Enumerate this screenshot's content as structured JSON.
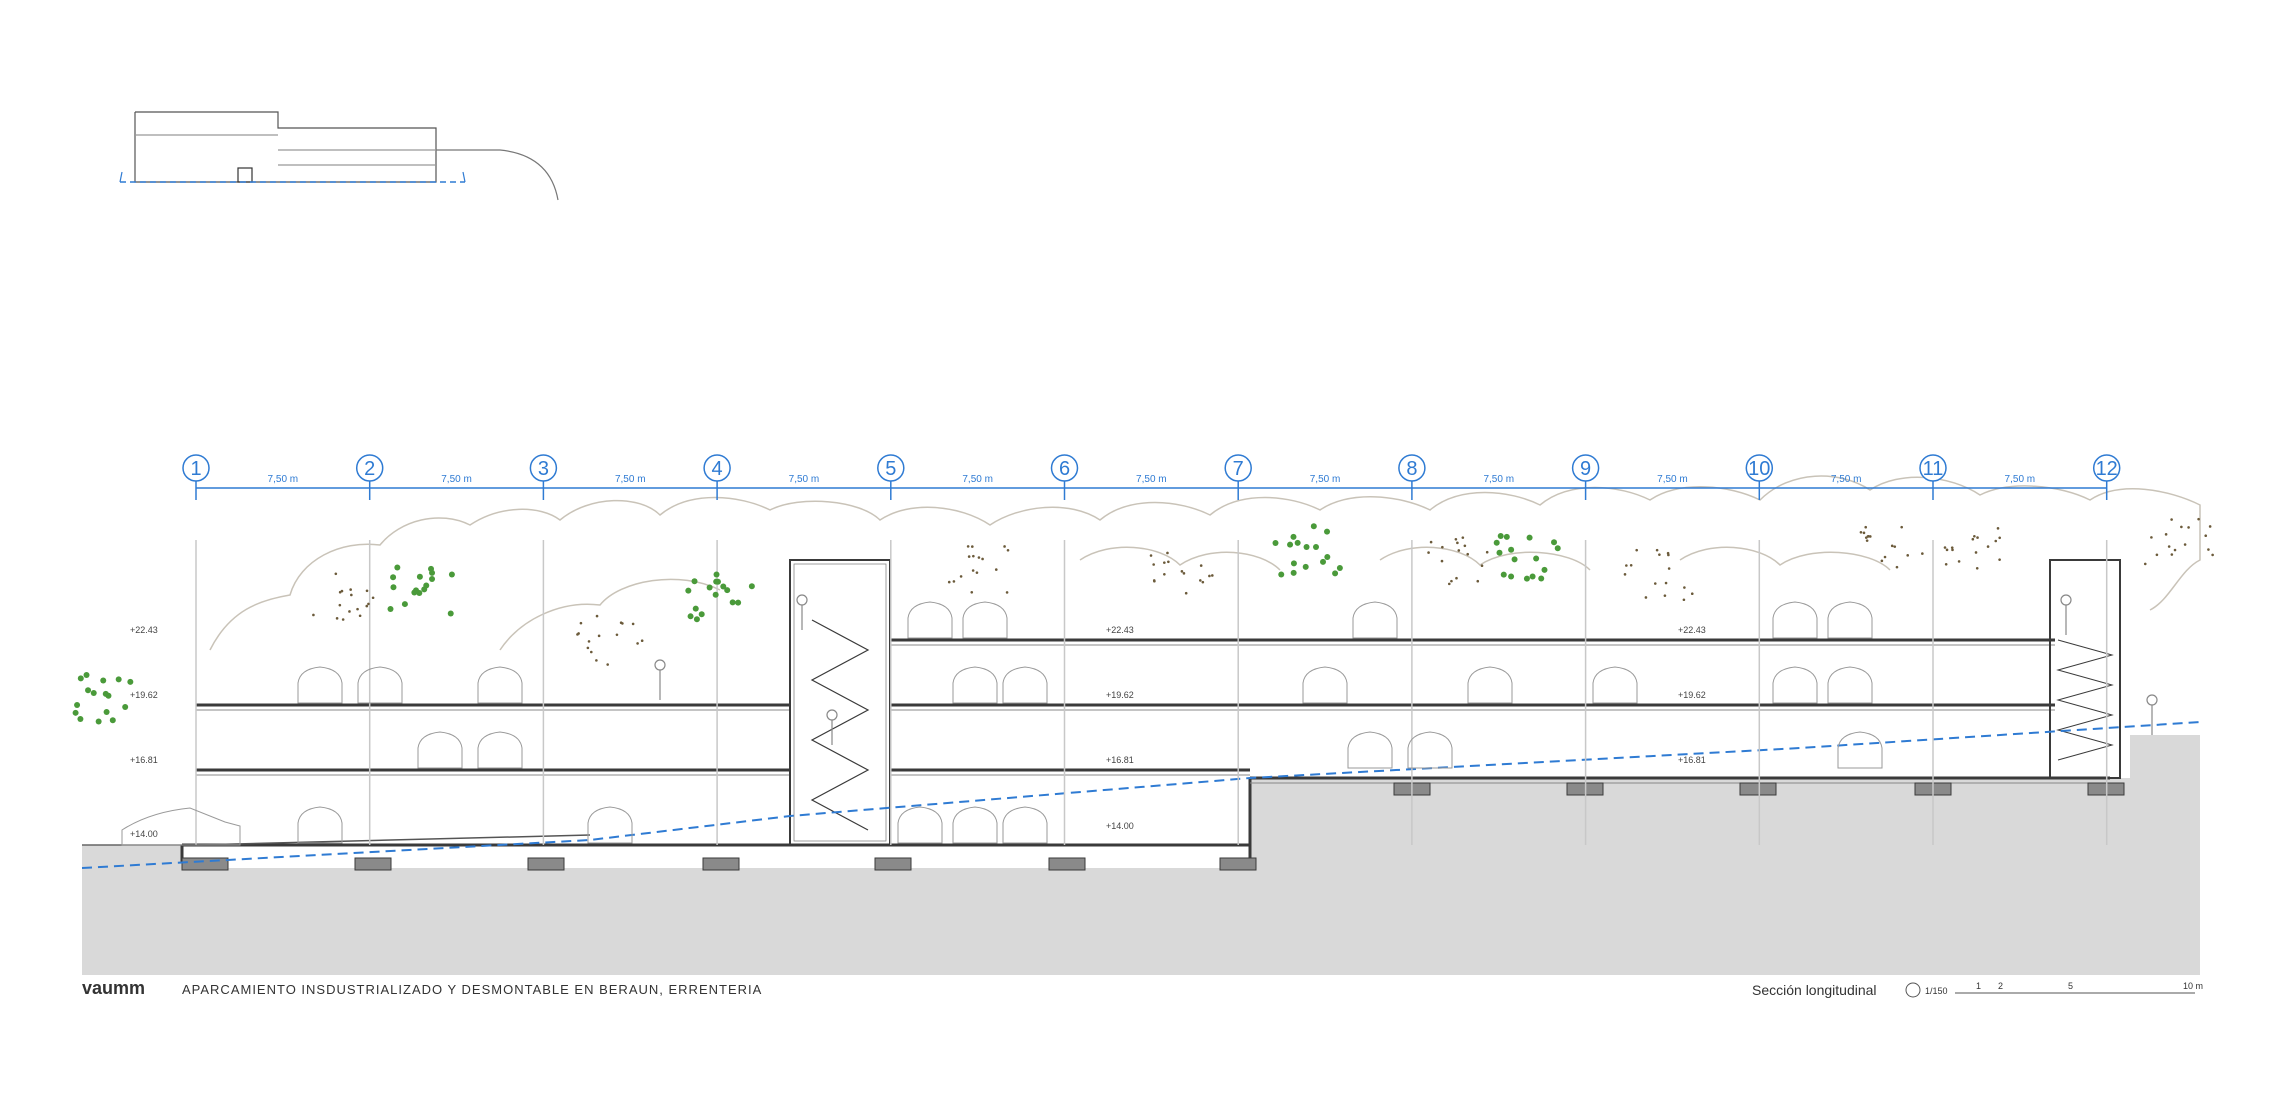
{
  "grid": {
    "axis_labels": [
      "1",
      "2",
      "3",
      "4",
      "5",
      "6",
      "7",
      "8",
      "9",
      "10",
      "11",
      "12"
    ],
    "bay_labels": [
      "7,50 m",
      "7,50 m",
      "7,50 m",
      "7,50 m",
      "7,50 m",
      "7,50 m",
      "7,50 m",
      "7,50 m",
      "7,50 m",
      "7,50 m",
      "7,50 m"
    ]
  },
  "levels": {
    "top_a": "+22.43",
    "top_b": "+22.43",
    "mid_a": "+19.62",
    "mid_b": "+19.62",
    "low_a": "+16.81",
    "low_b": "+16.81",
    "ground": "+14.00",
    "left_1": "+22.43",
    "left_2": "+19.62",
    "left_3": "+16.81",
    "left_4": "+14.00"
  },
  "footer": {
    "logo": "vaumm",
    "project": "APARCAMIENTO INSDUSTRIALIZADO Y DESMONTABLE EN BERAUN, ERRENTERIA",
    "sheet": "Sección longitudinal",
    "scale": "1/150",
    "scale_ticks": [
      "1",
      "2",
      "5",
      "10 m"
    ]
  },
  "colors": {
    "grid_blue": "#2f7bd3",
    "ground_fill": "#d9d9d9",
    "tree_green": "#4a9a3a",
    "structure": "#3a3a3a"
  }
}
